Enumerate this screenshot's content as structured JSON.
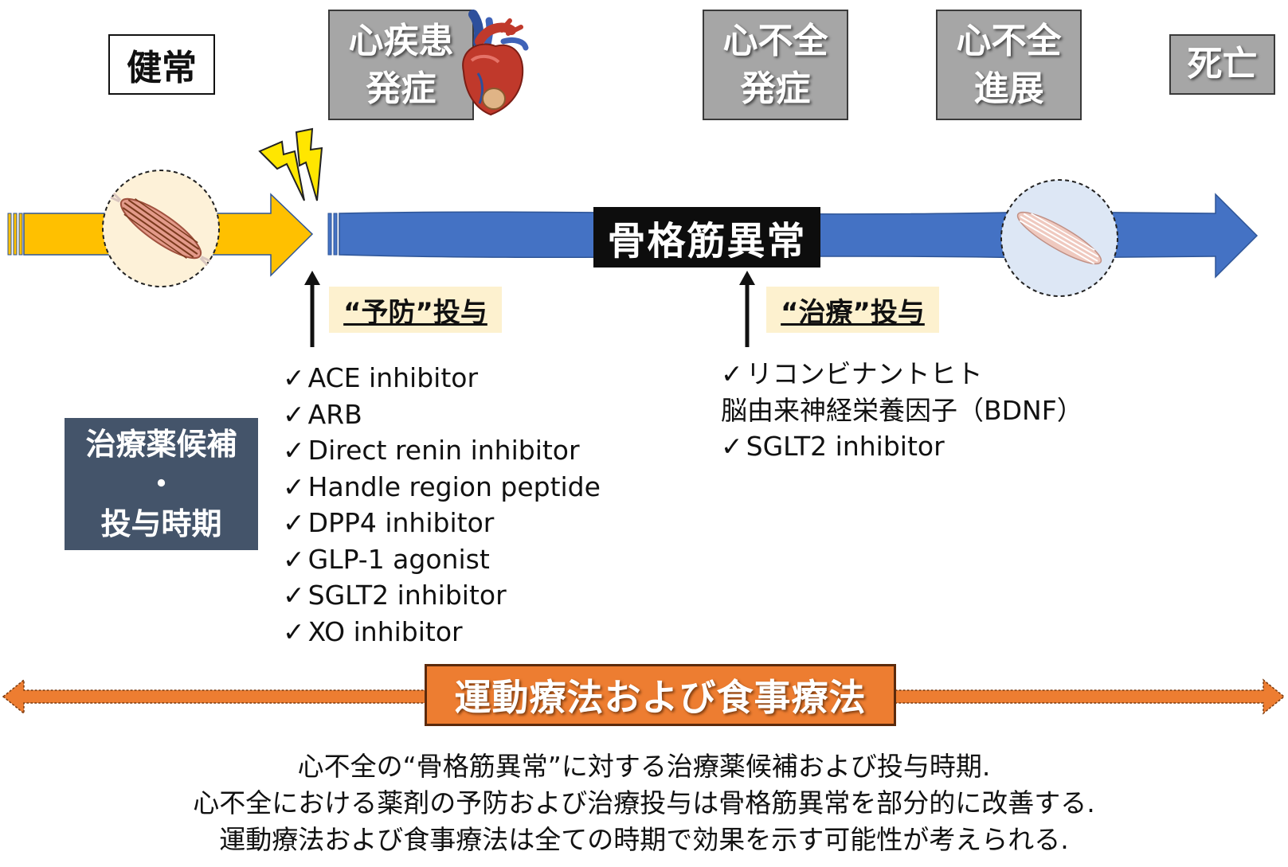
{
  "stages": {
    "healthy": "健常",
    "heart_disease": [
      "心疾患",
      "発症"
    ],
    "hf_onset": [
      "心不全",
      "発症"
    ],
    "hf_progress": [
      "心不全",
      "進展"
    ],
    "death": "死亡"
  },
  "timeline": {
    "skeletal_label": "骨格筋異常"
  },
  "prevention": {
    "tag": "“予防”投与",
    "drugs": [
      "ACE inhibitor",
      "ARB",
      "Direct renin inhibitor",
      "Handle region peptide",
      "DPP4 inhibitor",
      "GLP-1 agonist",
      "SGLT2 inhibitor",
      "XO inhibitor"
    ]
  },
  "treatment": {
    "tag": "“治療”投与",
    "drugs_line1": "リコンビナントヒト",
    "drugs_line2": "脳由来神経栄養因子（BDNF）",
    "drugs_line3": "SGLT2 inhibitor"
  },
  "check_mark": "✓",
  "candidate_box": {
    "line1": "治療薬候補",
    "line2": "・",
    "line3": "投与時期"
  },
  "exercise": {
    "label": "運動療法および食事療法"
  },
  "caption": {
    "line1": "心不全の“骨格筋異常”に対する治療薬候補および投与時期.",
    "line2": "心不全における薬剤の予防および治療投与は骨格筋異常を部分的に改善する.",
    "line3": "運動療法および食事療法は全ての時期で効果を示す可能性が考えられる."
  },
  "colors": {
    "healthy_arrow": "#ffc000",
    "disease_arrow": "#4472c4",
    "exercise_arrow": "#ed7d31",
    "candidate_box": "#44546a",
    "tag_bg": "#fdf1cf"
  },
  "icons": [
    "healthy-muscle-icon",
    "lightning-bolt-icon",
    "heart-anatomy-icon",
    "atrophic-muscle-icon"
  ]
}
